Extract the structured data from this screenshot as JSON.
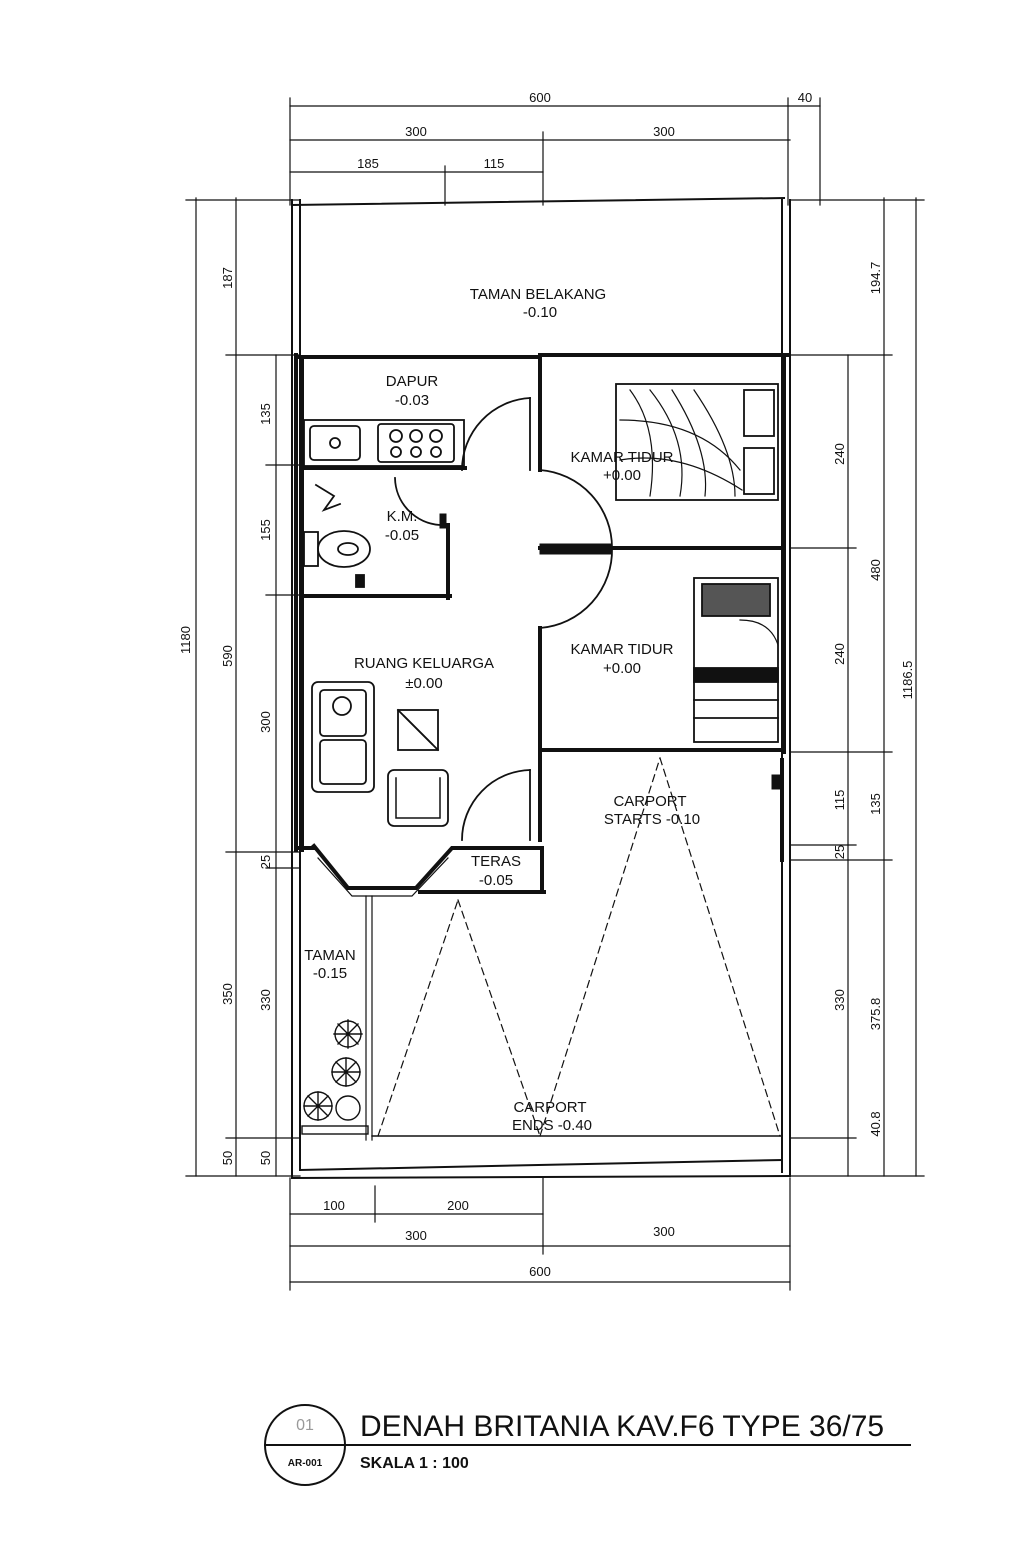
{
  "dimensions": {
    "top_total": "600",
    "top_side": "40",
    "top_half_left": "300",
    "top_half_right": "300",
    "top_sub_left": "185",
    "top_sub_right": "115",
    "bottom_sub_left": "100",
    "bottom_sub_right": "200",
    "bottom_half_left": "300",
    "bottom_half_right": "300",
    "bottom_total": "600",
    "left_total": "1180",
    "left_187": "187",
    "left_590": "590",
    "left_350": "350",
    "left_50_outer": "50",
    "left_135": "135",
    "left_155": "155",
    "left_300": "300",
    "left_330": "330",
    "left_50_inner": "50",
    "left_25": "25",
    "right_1947": "194.7",
    "right_480": "480",
    "right_11865": "1186.5",
    "right_3758": "375.8",
    "right_240a": "240",
    "right_240b": "240",
    "right_115": "115",
    "right_135": "135",
    "right_330": "330",
    "right_25": "25",
    "right_408": "40.8"
  },
  "rooms": {
    "taman_belakang": {
      "name": "TAMAN  BELAKANG",
      "level": "-0.10"
    },
    "dapur": {
      "name": "DAPUR",
      "level": "-0.03"
    },
    "kamar_tidur_1": {
      "name": "KAMAR TIDUR",
      "level": "+0.00"
    },
    "km": {
      "name": "K.M.",
      "level": "-0.05"
    },
    "kamar_tidur_2": {
      "name": "KAMAR  TIDUR",
      "level": "+0.00"
    },
    "ruang_keluarga": {
      "name": "RUANG  KELUARGA",
      "level": "±0.00"
    },
    "carport_top": {
      "name": "CARPORT",
      "level": "STARTS  -0.10"
    },
    "teras": {
      "name": "TERAS",
      "level": "-0.05"
    },
    "taman": {
      "name": "TAMAN",
      "level": "-0.15"
    },
    "carport_bottom": {
      "name": "CARPORT",
      "level": "ENDS  -0.40"
    }
  },
  "title_block": {
    "number": "01",
    "sheet": "AR-001",
    "title": "DENAH BRITANIA KAV.F6 TYPE 36/75",
    "scale": "SKALA 1 :  100"
  }
}
